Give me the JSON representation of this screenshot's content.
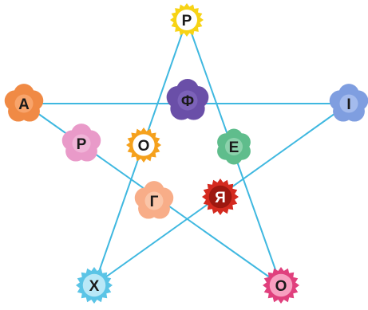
{
  "line_color": "#3fb8e0",
  "flowers": [
    {
      "id": "top",
      "letter": "Р",
      "color": "#f7d315",
      "center": "#ffffff",
      "shape": "sun"
    },
    {
      "id": "left",
      "letter": "А",
      "color": "#f08a45",
      "center": "#ffb98a",
      "shape": "five"
    },
    {
      "id": "right",
      "letter": "І",
      "color": "#7f9ee0",
      "center": "#c3d3f7",
      "shape": "five"
    },
    {
      "id": "bottom-left",
      "letter": "Х",
      "color": "#5bc4e6",
      "center": "#b9e8f7",
      "shape": "sun"
    },
    {
      "id": "bottom-right",
      "letter": "О",
      "color": "#e0407d",
      "center": "#f7a0c0",
      "shape": "sun"
    },
    {
      "id": "inner-top",
      "letter": "Ф",
      "color": "#6a4fa8",
      "center": "#8b73c7",
      "shape": "five"
    },
    {
      "id": "inner-upper-left",
      "letter": "Р",
      "color": "#e99ac9",
      "center": "#f5cbe4",
      "shape": "five"
    },
    {
      "id": "inner-left",
      "letter": "О",
      "color": "#f5a11d",
      "center": "#ffffff",
      "shape": "sun"
    },
    {
      "id": "inner-right",
      "letter": "Е",
      "color": "#5fbd8c",
      "center": "#b0e3c6",
      "shape": "six"
    },
    {
      "id": "inner-bottom-left",
      "letter": "Г",
      "color": "#f8ad88",
      "center": "#fcd8c3",
      "shape": "five"
    },
    {
      "id": "inner-bottom-right",
      "letter": "Я",
      "color": "#d42a1f",
      "center": "#9e1810",
      "shape": "sun"
    }
  ]
}
